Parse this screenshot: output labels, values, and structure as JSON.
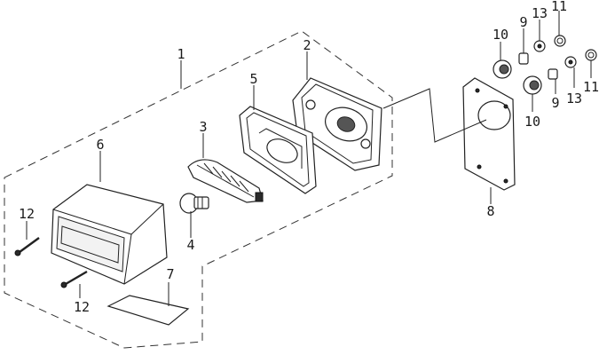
{
  "diagram": {
    "labels": {
      "housing_assembly": "1",
      "housing_base": "2",
      "reflector": "3",
      "bulb": "4",
      "gasket": "5",
      "lens": "6",
      "label_sticker": "7",
      "mounting_plate": "8",
      "spacer_left": "9",
      "spacer_right": "9",
      "grommet_left": "10",
      "grommet_right": "10",
      "nut_left": "11",
      "nut_right": "11",
      "screw_upper": "12",
      "screw_lower": "12",
      "washer_left": "13",
      "washer_right": "13"
    }
  }
}
